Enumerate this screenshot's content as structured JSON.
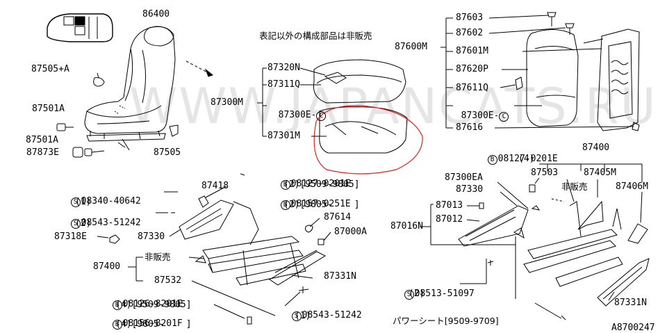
{
  "labels": {
    "p86400": "86400",
    "p87505a": "87505+A",
    "p87501a1": "87501A",
    "p87501a2": "87501A",
    "p87873e": "87873E",
    "p87505": "87505",
    "note_not_sold": "表記以外の構成部品は非販売",
    "p87320n": "87320N",
    "p87311q": "87311Q",
    "p87300m": "87300M",
    "p87300e_c1": "87300E",
    "c_mark1": "C",
    "p87301m": "87301M",
    "b08127_0201e_1": "08127-0201E",
    "b08127_0201e_1_sub": "(2)[9509-9805]",
    "b08157_0251e": "08157-0251E",
    "b08157_0251e_sub": "(2)[9805-    ]",
    "p87418": "87418",
    "s08340": "08340-40642",
    "s08340_sub": "(1)",
    "s08543_1": "08543-51242",
    "s08543_1_sub": "(2)",
    "p87318e": "87318E",
    "p87330_1": "87330",
    "p87614": "87614",
    "p87000a": "87000A",
    "p87400_1": "87400",
    "not_sold_1": "非販売",
    "p87532": "87532",
    "p87331n_1": "87331N",
    "b08126": "08126-8201E",
    "b08126_sub": "(4)[9509-9805]",
    "b08156": "08156-8201F",
    "b08156_sub": "(4)[9805-    ]",
    "s08543_2": "08543-51242",
    "s08543_2_sub": "(1)",
    "p87603": "87603",
    "p87602": "87602",
    "p87600m": "87600M",
    "p87601m": "87601M",
    "p87620p": "87620P",
    "p87611q": "87611Q",
    "p87300e_c2": "87300E",
    "c_mark2": "C",
    "p87616": "87616",
    "b08127_0201e_2": "08127-0201E",
    "b08127_0201e_2_sub": "(4)",
    "p87400_2": "87400",
    "p87300ea": "87300EA",
    "p87503": "87503",
    "p87405m": "87405M",
    "p87330_2": "87330",
    "not_sold_2": "非販売",
    "p87406m": "87406M",
    "p87013": "87013",
    "p87016n": "87016N",
    "p87012": "87012",
    "s08513": "08513-51097",
    "s08513_sub": "(2)",
    "p87331n_2": "87331N",
    "power_seat": "パワーシート[9509-9709]",
    "diagram_code": "A8700247"
  },
  "symbols": {
    "bolt_prefix": "B",
    "screw_prefix": "S"
  },
  "watermark": "WWW.JAPANCATS.RU",
  "colors": {
    "line": "#000000",
    "highlight": "#e0201c",
    "watermark": "#c8c8c8"
  },
  "icons": [
    "car-seat-location-icon",
    "arrow-icon"
  ]
}
